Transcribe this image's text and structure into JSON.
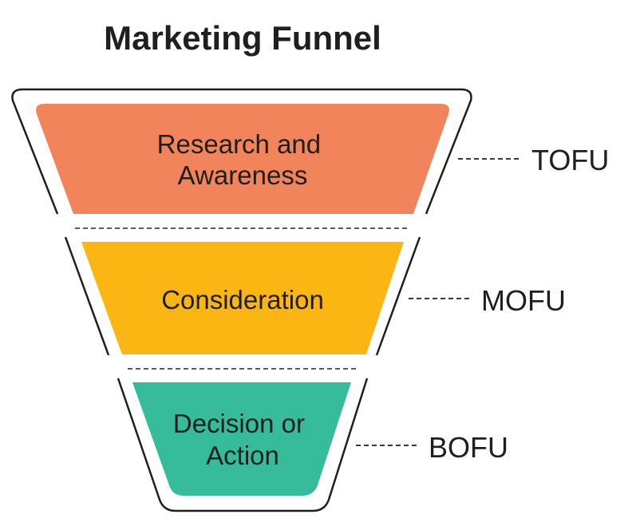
{
  "title": "Marketing Funnel",
  "stages": [
    {
      "id": "tofu",
      "lines": [
        "Research and",
        "Awareness"
      ],
      "label": "TOFU",
      "color": "#f2845c"
    },
    {
      "id": "mofu",
      "lines": [
        "Consideration"
      ],
      "label": "MOFU",
      "color": "#fbb614"
    },
    {
      "id": "bofu",
      "lines": [
        "Decision or",
        "Action"
      ],
      "label": "BOFU",
      "color": "#37bc9b"
    }
  ]
}
